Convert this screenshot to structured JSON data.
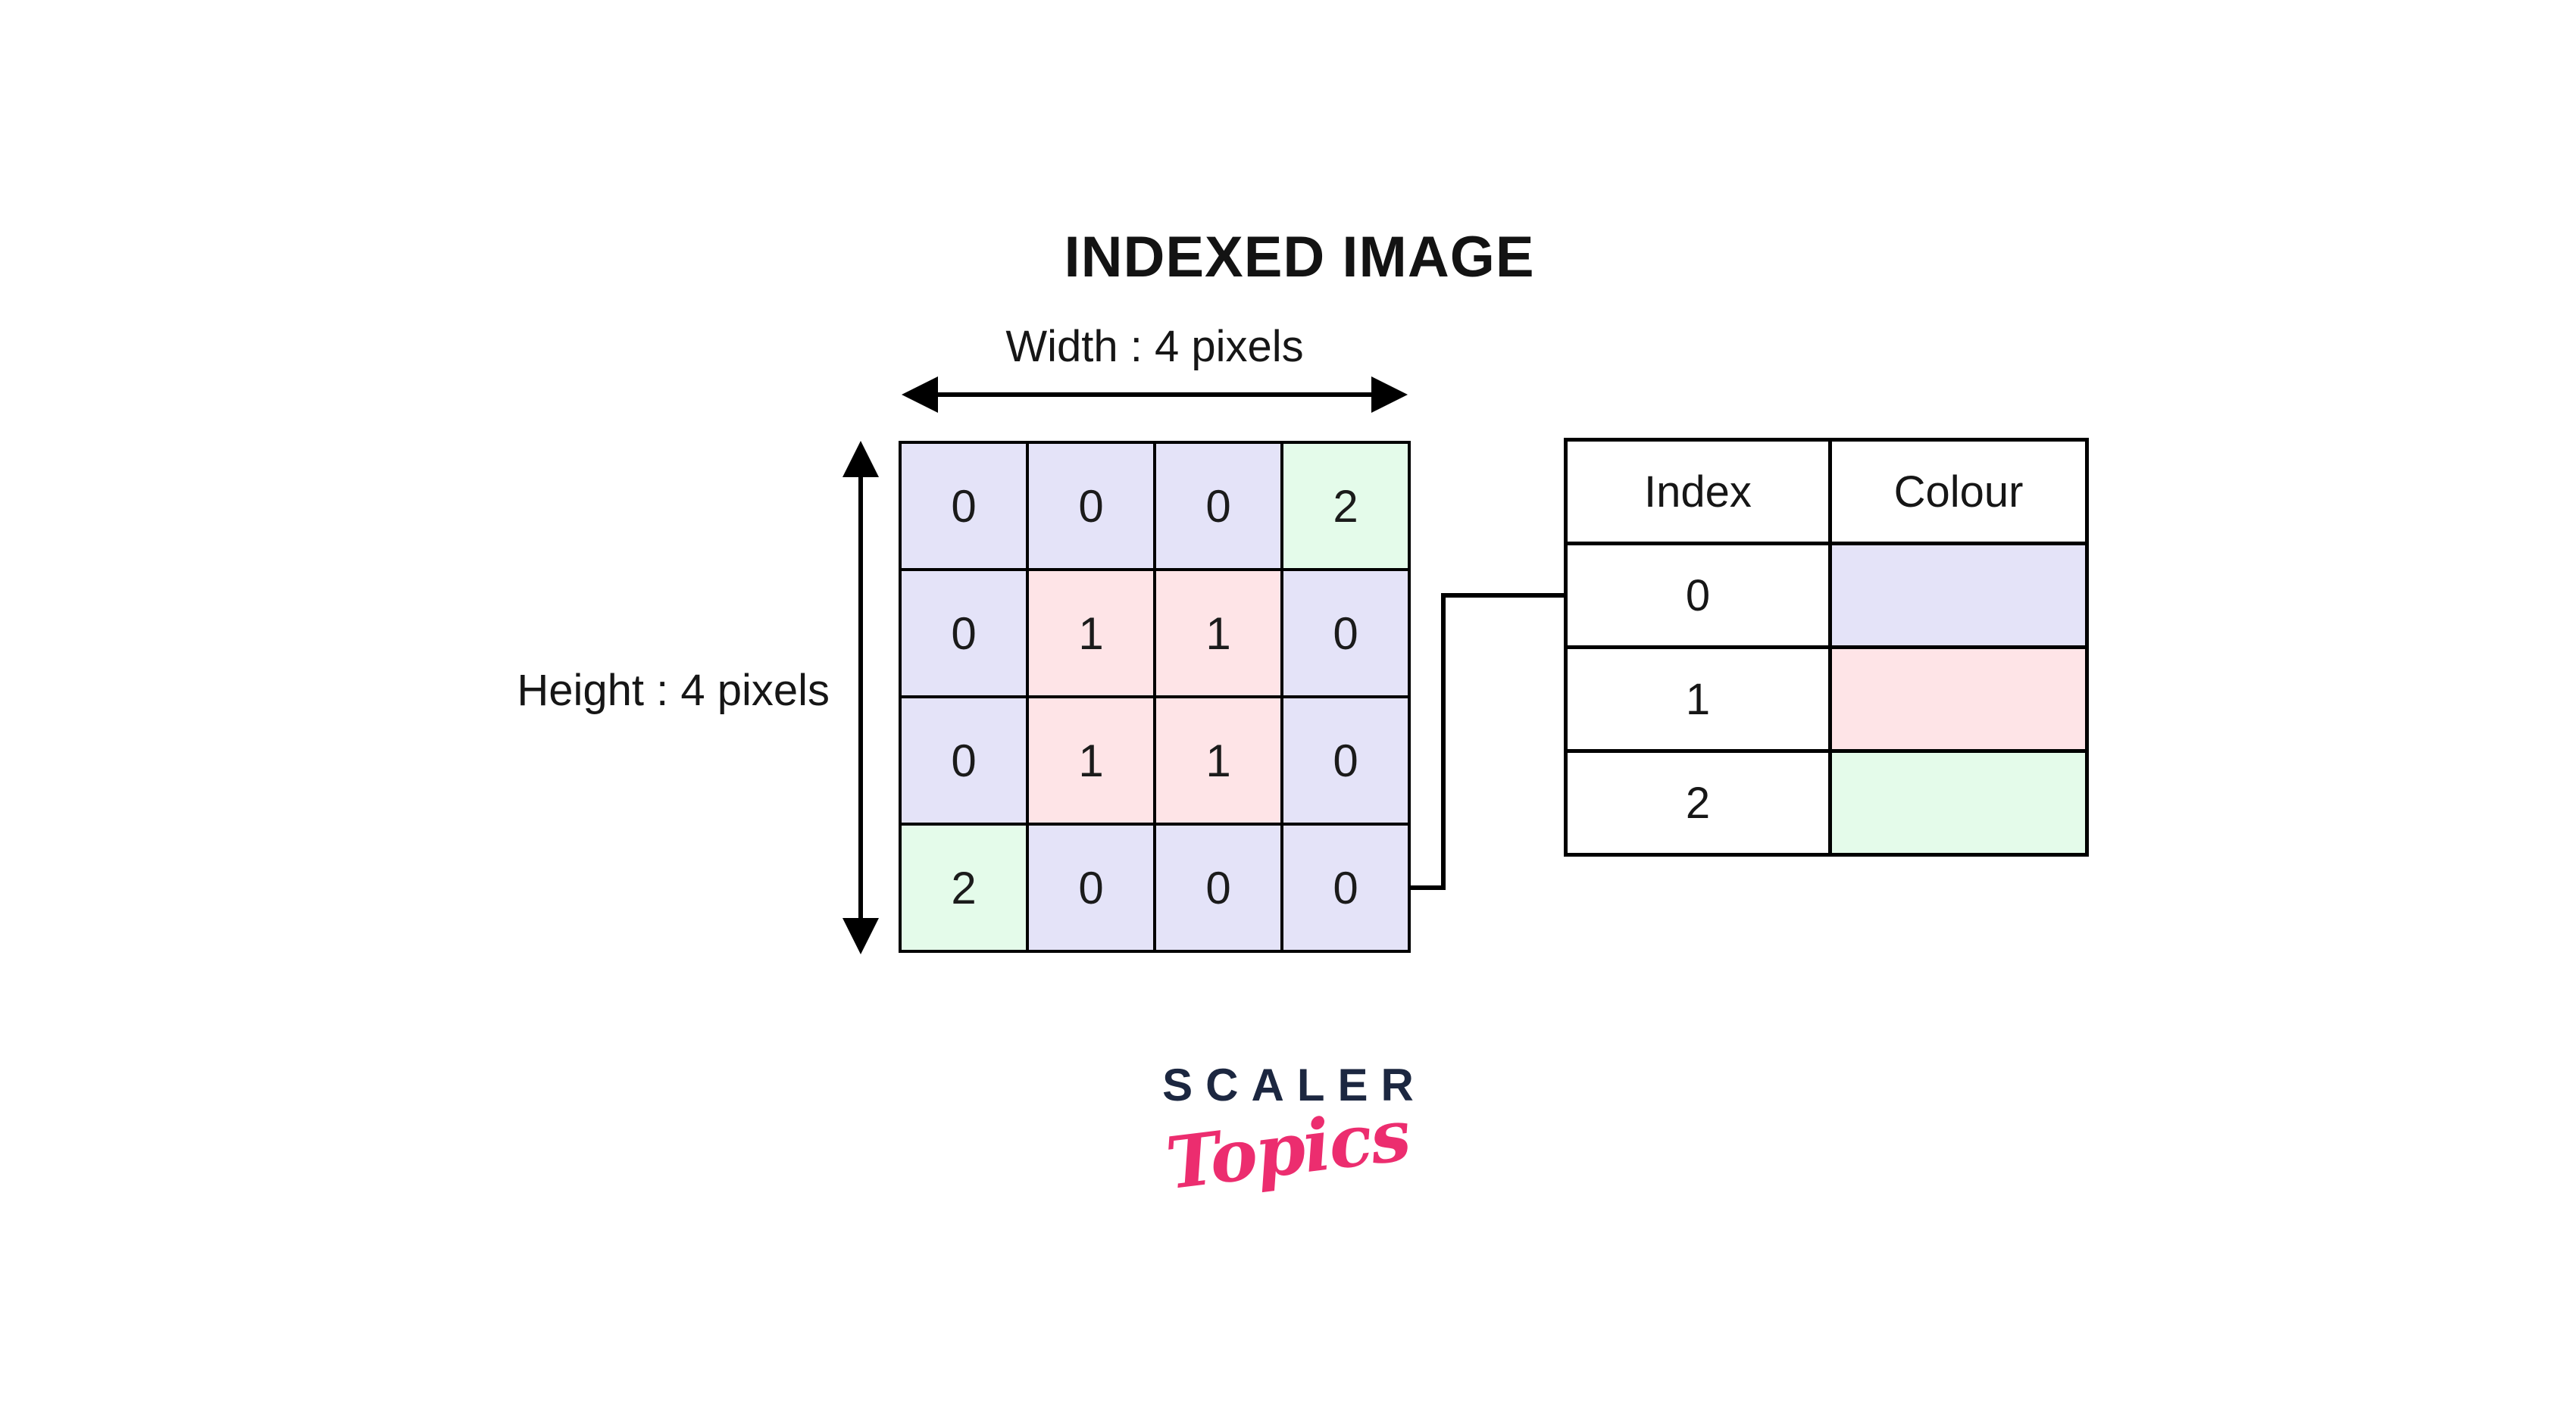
{
  "title": "INDEXED IMAGE",
  "dimension_labels": {
    "width": "Width : 4 pixels",
    "height": "Height : 4 pixels"
  },
  "palette": {
    "0": "#E4E3F8",
    "1": "#FEE4E7",
    "2": "#E4FBEA"
  },
  "grid": {
    "rows": 4,
    "cols": 4,
    "cells": [
      [
        "0",
        "0",
        "0",
        "2"
      ],
      [
        "0",
        "1",
        "1",
        "0"
      ],
      [
        "0",
        "1",
        "1",
        "0"
      ],
      [
        "2",
        "0",
        "0",
        "0"
      ]
    ]
  },
  "lookup_table": {
    "headers": [
      "Index",
      "Colour"
    ],
    "rows": [
      {
        "index": "0",
        "color": "#E4E3F8"
      },
      {
        "index": "1",
        "color": "#FEE4E7"
      },
      {
        "index": "2",
        "color": "#E4FBEA"
      }
    ]
  },
  "logo": {
    "brand": "SCALER",
    "product": "Topics",
    "brand_color": "#1C2740",
    "product_color": "#EC2D6F"
  },
  "line_color": "#000000"
}
